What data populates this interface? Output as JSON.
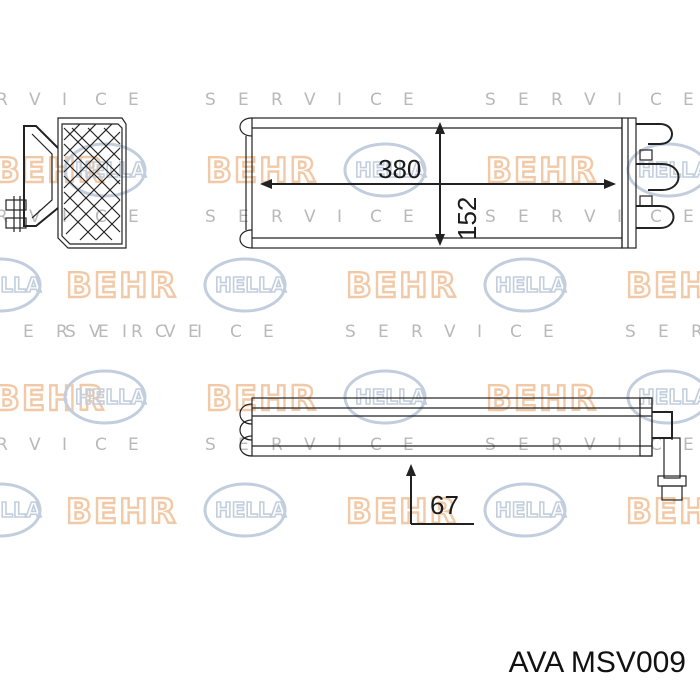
{
  "watermark": {
    "brand_primary": "BEHR",
    "brand_secondary": "HELLA",
    "service_word": "SERVICE",
    "colors": {
      "behr": "#f2c9a6",
      "hella": "#c2cedd",
      "service": "#b9b9b9"
    }
  },
  "dimensions": {
    "length": "380",
    "height": "152",
    "depth": "67"
  },
  "caption": "AVA MSV009"
}
